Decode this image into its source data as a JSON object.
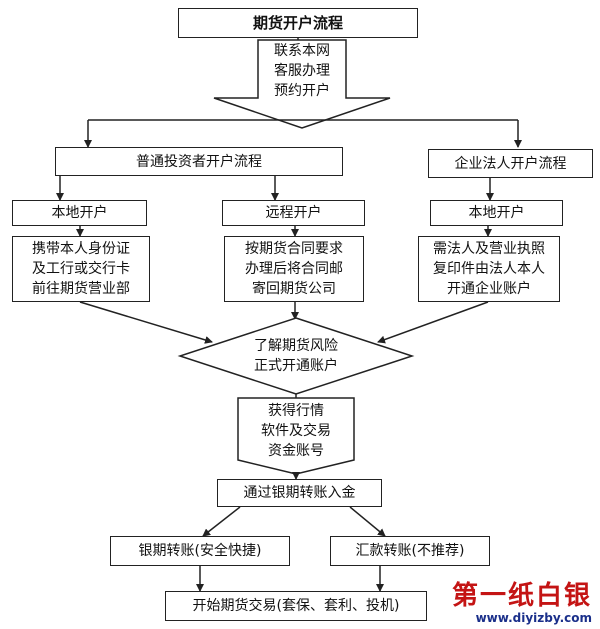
{
  "title": "期货开户流程",
  "arrow_down": [
    "联系本网",
    "客服办理",
    "预约开户"
  ],
  "branches": {
    "individual": "普通投资者开户流程",
    "corporate": "企业法人开户流程"
  },
  "methods": {
    "local_individual": "本地开户",
    "remote": "远程开户",
    "local_corporate": "本地开户"
  },
  "steps": {
    "local_individual": [
      "携带本人身份证",
      "及工行或交行卡",
      "前往期货营业部"
    ],
    "remote": [
      "按期货合同要求",
      "办理后将合同邮",
      "寄回期货公司"
    ],
    "local_corporate": [
      "需法人及营业执照",
      "复印件由法人本人",
      "开通企业账户"
    ]
  },
  "decision": [
    "了解期货风险",
    "正式开通账户"
  ],
  "pentagon": [
    "获得行情",
    "软件及交易",
    "资金账号"
  ],
  "deposit": "通过银期转账入金",
  "transfer_options": {
    "bank_futures": "银期转账(安全快捷)",
    "remittance": "汇款转账(不推荐)"
  },
  "start": "开始期货交易(套保、套利、投机)",
  "watermark": {
    "name": "第一纸白银",
    "url": "www.diyizby.com"
  }
}
